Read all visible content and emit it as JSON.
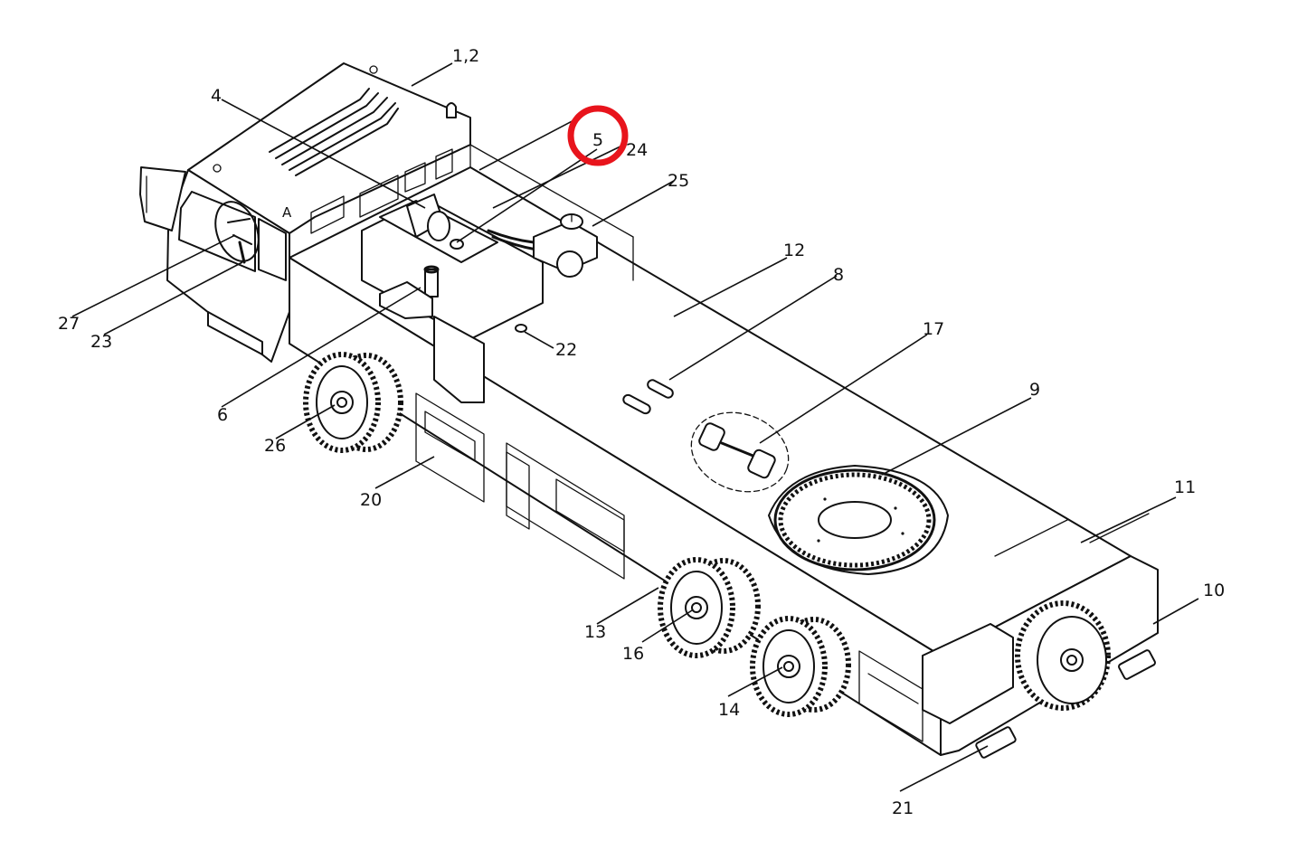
{
  "diagram": {
    "callouts": [
      {
        "id": "c-1-2",
        "label": "1,2"
      },
      {
        "id": "c-4",
        "label": "4"
      },
      {
        "id": "c-5",
        "label": "5"
      },
      {
        "id": "c-24",
        "label": "24"
      },
      {
        "id": "c-25",
        "label": "25"
      },
      {
        "id": "c-12",
        "label": "12"
      },
      {
        "id": "c-8",
        "label": "8"
      },
      {
        "id": "c-17",
        "label": "17"
      },
      {
        "id": "c-9",
        "label": "9"
      },
      {
        "id": "c-11",
        "label": "11"
      },
      {
        "id": "c-10",
        "label": "10"
      },
      {
        "id": "c-27",
        "label": "27"
      },
      {
        "id": "c-23",
        "label": "23"
      },
      {
        "id": "c-22",
        "label": "22"
      },
      {
        "id": "c-6",
        "label": "6"
      },
      {
        "id": "c-26",
        "label": "26"
      },
      {
        "id": "c-20",
        "label": "20"
      },
      {
        "id": "c-13",
        "label": "13"
      },
      {
        "id": "c-16",
        "label": "16"
      },
      {
        "id": "c-14",
        "label": "14"
      },
      {
        "id": "c-21",
        "label": "21"
      }
    ],
    "highlight": {
      "target": "5",
      "color": "#e8141c"
    }
  }
}
